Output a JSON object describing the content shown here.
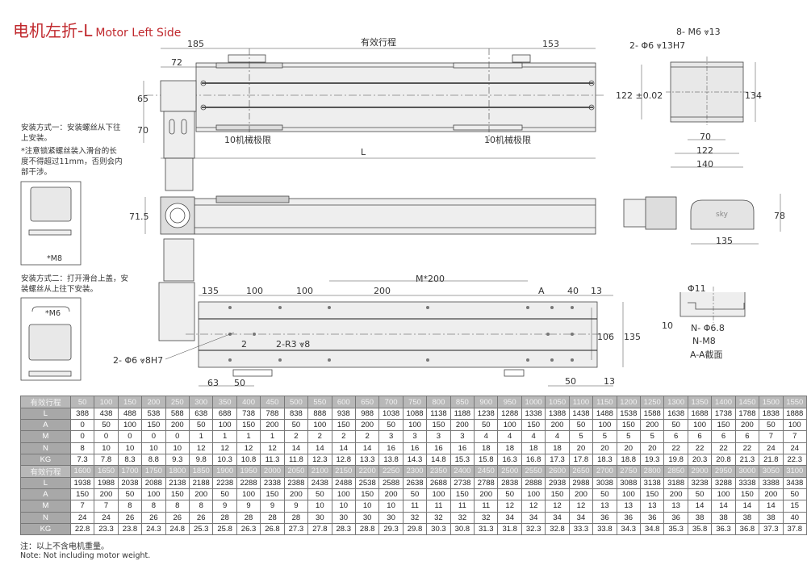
{
  "title": {
    "cn": "电机左折-L",
    "en": "Motor Left Side"
  },
  "top_view": {
    "dim_185": "185",
    "dim_72": "72",
    "stroke": "有效行程",
    "dim_153": "153",
    "dim_65": "65",
    "dim_70": "70",
    "limit_left": "10机械极限",
    "limit_right": "10机械极限",
    "dim_L": "L"
  },
  "side_view": {
    "dim_71_5": "71.5"
  },
  "bottom_view": {
    "dim_135": "135",
    "dim_100a": "100",
    "dim_100b": "100",
    "dim_200": "200",
    "dim_m200": "M*200",
    "dim_A": "A",
    "dim_40": "40",
    "dim_13a": "13",
    "dim_106": "106",
    "dim_135r": "135",
    "dim_2": "2",
    "hole_r3": "2-R3 ⩔8",
    "pin_hole": "2- Φ6 ⩔8H7",
    "dim_63": "63",
    "dim_50a": "50",
    "dim_50b": "50",
    "dim_13b": "13"
  },
  "carriage_view": {
    "holes_m6": "8- M6 ⩔13",
    "pin": "2- Φ6 ⩔13H7",
    "dim_122_tol": "122 ±0.02",
    "dim_134": "134",
    "dim_70": "70",
    "dim_122": "122",
    "dim_140": "140"
  },
  "end_view": {
    "dim_78": "78",
    "dim_135": "135",
    "logo": "sky"
  },
  "section": {
    "phi11": "Φ11",
    "dim_10": "10",
    "n_phi": "N- Φ6.8",
    "n_m8": "N-M8",
    "label": "A-A截面"
  },
  "install": {
    "method1": "安装方式一：安装螺丝从下往上安装。",
    "caution": "*注意锁紧螺丝装入滑台的长度不得超过11mm，否则会内部干涉。",
    "m8": "*M8",
    "method2": "安装方式二：打开滑台上盖，安装螺丝从上往下安装。",
    "m6": "*M6"
  },
  "table": {
    "row_labels": [
      "有效行程",
      "L",
      "A",
      "M",
      "N",
      "KG"
    ],
    "blocks": [
      {
        "stroke": [
          "50",
          "100",
          "150",
          "200",
          "250",
          "300",
          "350",
          "400",
          "450",
          "500",
          "550",
          "600",
          "650",
          "700",
          "750",
          "800",
          "850",
          "900",
          "950",
          "1000",
          "1050",
          "1100",
          "1150",
          "1200",
          "1250",
          "1300",
          "1350",
          "1400",
          "1450",
          "1500",
          "1550"
        ],
        "L": [
          "388",
          "438",
          "488",
          "538",
          "588",
          "638",
          "688",
          "738",
          "788",
          "838",
          "888",
          "938",
          "988",
          "1038",
          "1088",
          "1138",
          "1188",
          "1238",
          "1288",
          "1338",
          "1388",
          "1438",
          "1488",
          "1538",
          "1588",
          "1638",
          "1688",
          "1738",
          "1788",
          "1838",
          "1888"
        ],
        "A": [
          "0",
          "50",
          "100",
          "150",
          "200",
          "50",
          "100",
          "150",
          "200",
          "50",
          "100",
          "150",
          "200",
          "50",
          "100",
          "150",
          "200",
          "50",
          "100",
          "150",
          "200",
          "50",
          "100",
          "150",
          "200",
          "50",
          "100",
          "150",
          "200",
          "50",
          "100"
        ],
        "M": [
          "0",
          "0",
          "0",
          "0",
          "0",
          "1",
          "1",
          "1",
          "1",
          "2",
          "2",
          "2",
          "2",
          "3",
          "3",
          "3",
          "3",
          "4",
          "4",
          "4",
          "4",
          "5",
          "5",
          "5",
          "5",
          "6",
          "6",
          "6",
          "6",
          "7",
          "7"
        ],
        "N": [
          "8",
          "10",
          "10",
          "10",
          "10",
          "12",
          "12",
          "12",
          "12",
          "14",
          "14",
          "14",
          "14",
          "16",
          "16",
          "16",
          "16",
          "18",
          "18",
          "18",
          "18",
          "20",
          "20",
          "20",
          "20",
          "22",
          "22",
          "22",
          "22",
          "24",
          "24"
        ],
        "KG": [
          "7.3",
          "7.8",
          "8.3",
          "8.8",
          "9.3",
          "9.8",
          "10.3",
          "10.8",
          "11.3",
          "11.8",
          "12.3",
          "12.8",
          "13.3",
          "13.8",
          "14.3",
          "14.8",
          "15.3",
          "15.8",
          "16.3",
          "16.8",
          "17.3",
          "17.8",
          "18.3",
          "18.8",
          "19.3",
          "19.8",
          "20.3",
          "20.8",
          "21.3",
          "21.8",
          "22.3"
        ]
      },
      {
        "stroke": [
          "1600",
          "1650",
          "1700",
          "1750",
          "1800",
          "1850",
          "1900",
          "1950",
          "2000",
          "2050",
          "2100",
          "2150",
          "2200",
          "2250",
          "2300",
          "2350",
          "2400",
          "2450",
          "2500",
          "2550",
          "2600",
          "2650",
          "2700",
          "2750",
          "2800",
          "2850",
          "2900",
          "2950",
          "3000",
          "3050",
          "3100"
        ],
        "L": [
          "1938",
          "1988",
          "2038",
          "2088",
          "2138",
          "2188",
          "2238",
          "2288",
          "2338",
          "2388",
          "2438",
          "2488",
          "2538",
          "2588",
          "2638",
          "2688",
          "2738",
          "2788",
          "2838",
          "2888",
          "2938",
          "2988",
          "3038",
          "3088",
          "3138",
          "3188",
          "3238",
          "3288",
          "3338",
          "3388",
          "3438"
        ],
        "A": [
          "150",
          "200",
          "50",
          "100",
          "150",
          "200",
          "50",
          "100",
          "150",
          "200",
          "50",
          "100",
          "150",
          "200",
          "50",
          "100",
          "150",
          "200",
          "50",
          "100",
          "150",
          "200",
          "50",
          "100",
          "150",
          "200",
          "50",
          "100",
          "150",
          "200",
          "50"
        ],
        "M": [
          "7",
          "7",
          "8",
          "8",
          "8",
          "8",
          "9",
          "9",
          "9",
          "9",
          "10",
          "10",
          "10",
          "10",
          "11",
          "11",
          "11",
          "11",
          "12",
          "12",
          "12",
          "12",
          "13",
          "13",
          "13",
          "13",
          "14",
          "14",
          "14",
          "14",
          "15"
        ],
        "N": [
          "24",
          "24",
          "26",
          "26",
          "26",
          "26",
          "28",
          "28",
          "28",
          "28",
          "30",
          "30",
          "30",
          "30",
          "32",
          "32",
          "32",
          "32",
          "34",
          "34",
          "34",
          "34",
          "36",
          "36",
          "36",
          "36",
          "38",
          "38",
          "38",
          "38",
          "40"
        ],
        "KG": [
          "22.8",
          "23.3",
          "23.8",
          "24.3",
          "24.8",
          "25.3",
          "25.8",
          "26.3",
          "26.8",
          "27.3",
          "27.8",
          "28.3",
          "28.8",
          "29.3",
          "29.8",
          "30.3",
          "30.8",
          "31.3",
          "31.8",
          "32.3",
          "32.8",
          "33.3",
          "33.8",
          "34.3",
          "34.8",
          "35.3",
          "35.8",
          "36.3",
          "36.8",
          "37.3",
          "37.8"
        ]
      }
    ]
  },
  "notes": {
    "cn": "注：以上不含电机重量。",
    "en": "Note: Not including motor weight."
  }
}
